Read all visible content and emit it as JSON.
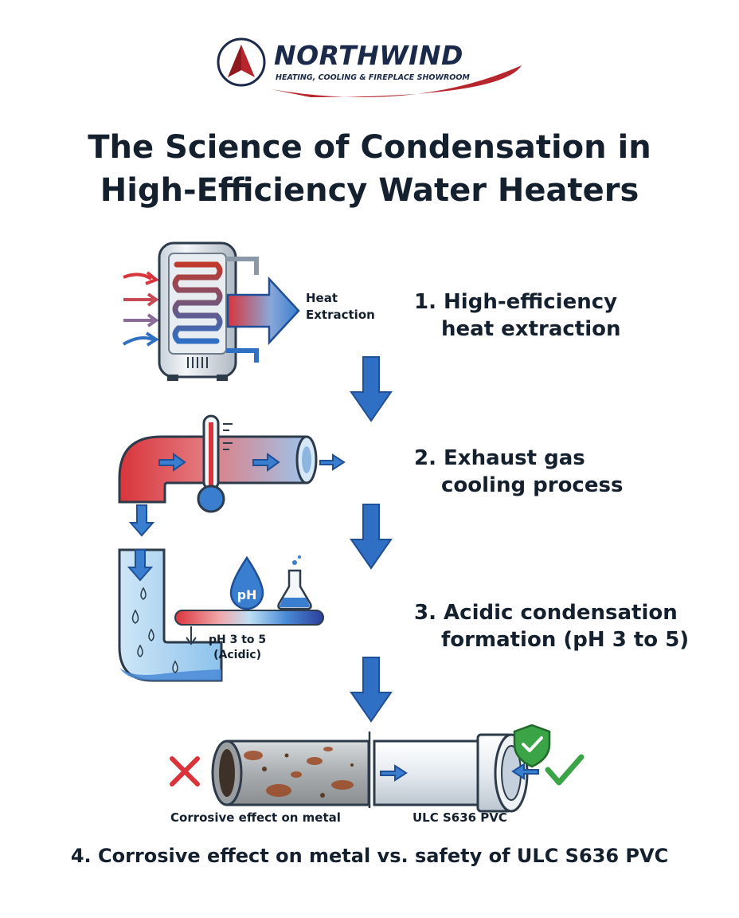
{
  "brand": {
    "name": "NORTHWIND",
    "tagline": "HEATING, COOLING & FIREPLACE SHOWROOM"
  },
  "title": {
    "line1": "The Science of Condensation in",
    "line2": "High-Efficiency Water Heaters"
  },
  "steps": [
    {
      "number": "1.",
      "line1": "High-efficiency",
      "line2": "heat extraction"
    },
    {
      "number": "2.",
      "line1": "Exhaust gas",
      "line2": "cooling process"
    },
    {
      "number": "3.",
      "line1": "Acidic condensation",
      "line2": "formation (pH 3 to 5)"
    }
  ],
  "heater": {
    "label_line1": "Heat",
    "label_line2": "Extraction"
  },
  "ph_scale": {
    "drop_text": "pH",
    "label_line1": "pH 3 to 5",
    "label_line2": "(Acidic)"
  },
  "comparison": {
    "metal_label": "Corrosive effect on metal",
    "pvc_label": "ULC S636 PVC"
  },
  "caption": "4. Corrosive effect on metal vs. safety of ULC S636 PVC",
  "colors": {
    "navy": "#1b2a4a",
    "brand_red": "#b8262d",
    "arrow_blue": "#2f6fc4",
    "hot_red": "#d9343b",
    "success_green": "#3aa447",
    "error_red": "#d9343b"
  },
  "icons": [
    "compass-logo-icon",
    "water-heater-icon",
    "thermometer-icon",
    "ph-drop-icon",
    "flask-icon",
    "shield-check-icon",
    "check-icon",
    "x-icon"
  ]
}
